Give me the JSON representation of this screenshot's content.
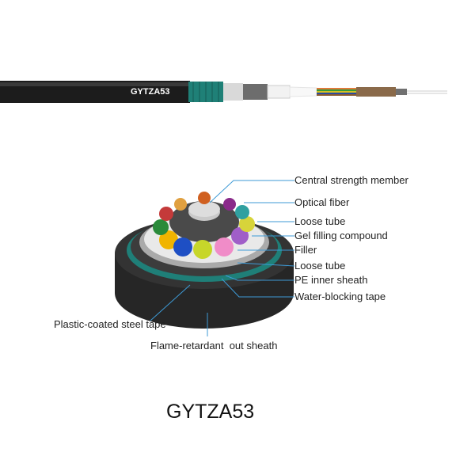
{
  "cable_print": "GYTZA53",
  "title": "GYTZA53",
  "labels": {
    "central_strength_member": "Central strength member",
    "optical_fiber": "Optical fiber",
    "loose_tube_1": "Loose tube",
    "gel_filling_compound": "Gel filling compound",
    "filler": "Filler",
    "loose_tube_2": "Loose tube",
    "pe_inner_sheath": "PE inner sheath",
    "water_blocking_tape": "Water-blocking tape",
    "plastic_coated_steel_tape": "Plastic-coated steel tape",
    "flame_retardant_out_sheath": "Flame-retardant  out sheath"
  },
  "colors": {
    "leader": "#3d9ad6",
    "outer": "#2b2b2b",
    "steel": "#1f7f78"
  }
}
